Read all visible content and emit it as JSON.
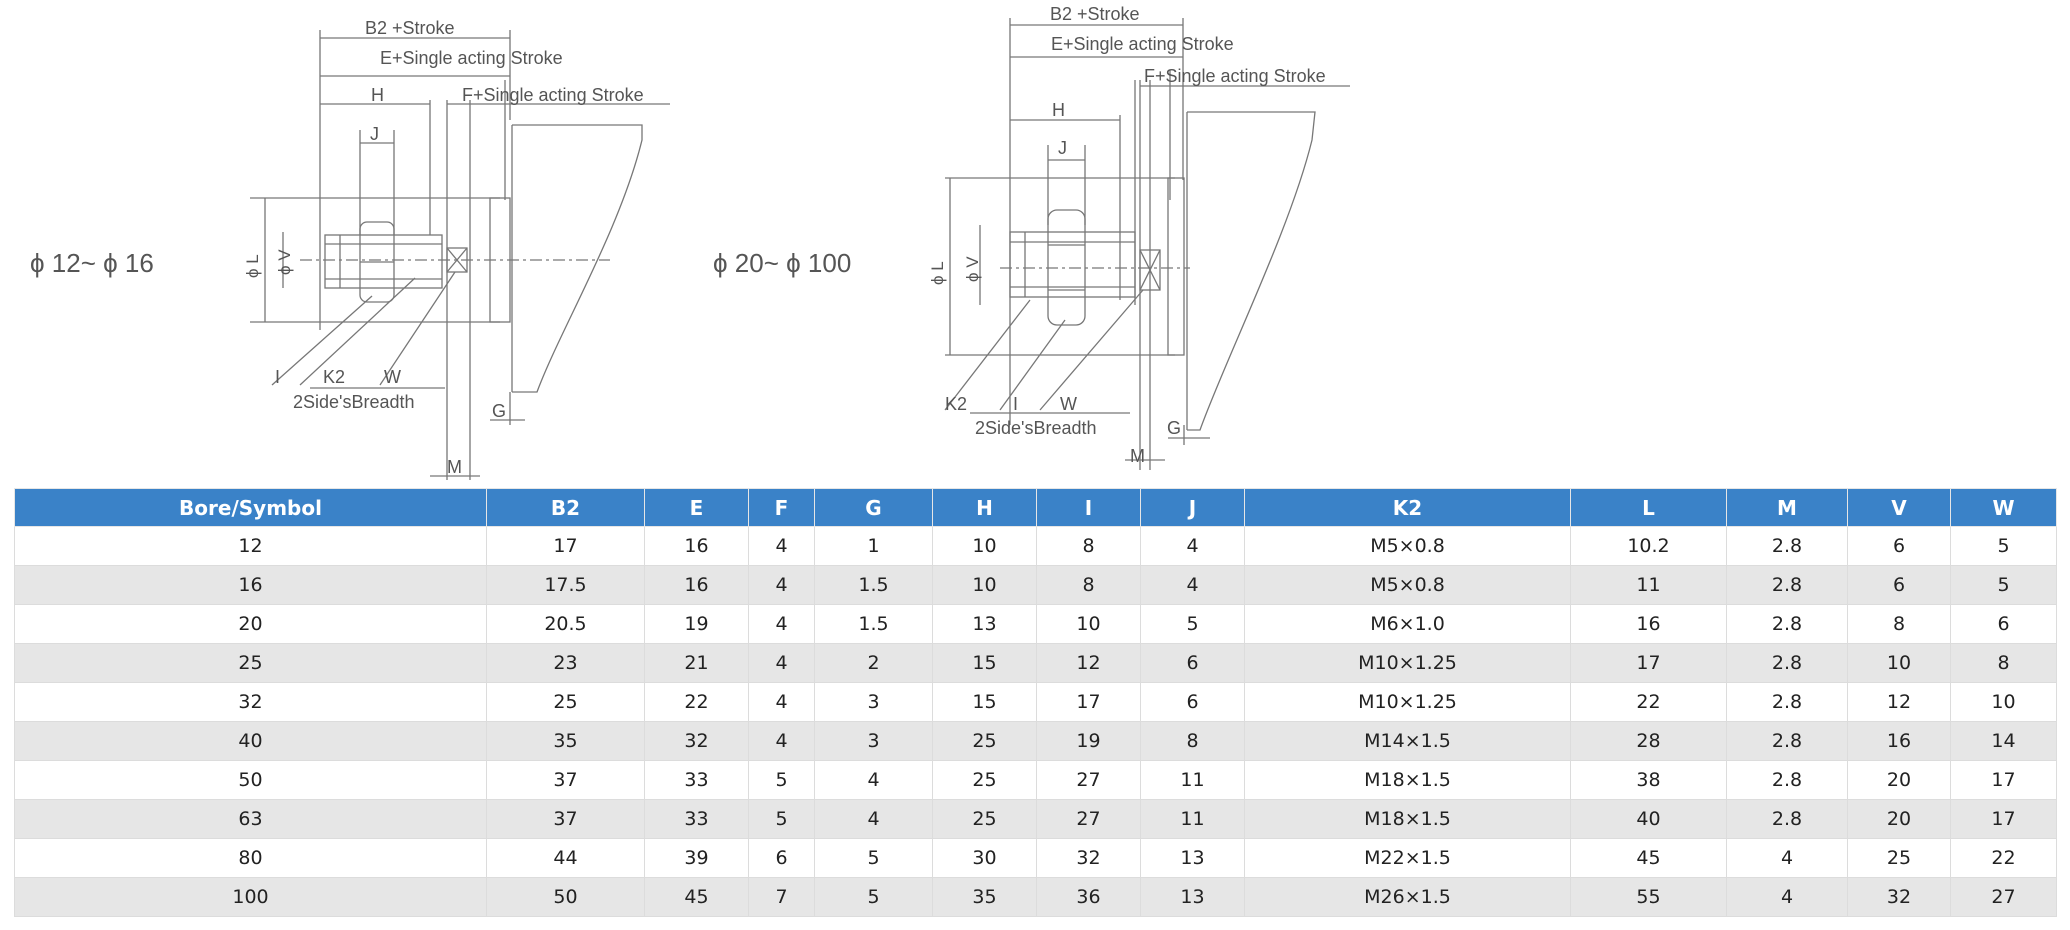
{
  "diagram": {
    "small_bore": {
      "range_label": "ϕ 12~ ϕ 16",
      "dims": {
        "b2": "B2 +Stroke",
        "e": "E+Single acting Stroke",
        "f": "F+Single acting Stroke",
        "h": "H",
        "j": "J",
        "phi_l": "ϕ L",
        "phi_v": "ϕ V",
        "i": "I",
        "k2": "K2",
        "w": "W",
        "breadth": "2Side'sBreadth",
        "g": "G",
        "m": "M"
      }
    },
    "large_bore": {
      "range_label": "ϕ 20~ ϕ 100",
      "dims": {
        "b2": "B2 +Stroke",
        "e": "E+Single acting Stroke",
        "f": "F+Single acting Stroke",
        "h": "H",
        "j": "J",
        "phi_l": "ϕ L",
        "phi_v": "ϕ V",
        "k2": "K2",
        "i": "I",
        "w": "W",
        "breadth": "2Side'sBreadth",
        "g": "G",
        "m": "M"
      }
    }
  },
  "table": {
    "headers": [
      "Bore/Symbol",
      "B2",
      "E",
      "F",
      "G",
      "H",
      "I",
      "J",
      "K2",
      "L",
      "M",
      "V",
      "W"
    ],
    "rows": [
      [
        "12",
        "17",
        "16",
        "4",
        "1",
        "10",
        "8",
        "4",
        "M5×0.8",
        "10.2",
        "2.8",
        "6",
        "5"
      ],
      [
        "16",
        "17.5",
        "16",
        "4",
        "1.5",
        "10",
        "8",
        "4",
        "M5×0.8",
        "11",
        "2.8",
        "6",
        "5"
      ],
      [
        "20",
        "20.5",
        "19",
        "4",
        "1.5",
        "13",
        "10",
        "5",
        "M6×1.0",
        "16",
        "2.8",
        "8",
        "6"
      ],
      [
        "25",
        "23",
        "21",
        "4",
        "2",
        "15",
        "12",
        "6",
        "M10×1.25",
        "17",
        "2.8",
        "10",
        "8"
      ],
      [
        "32",
        "25",
        "22",
        "4",
        "3",
        "15",
        "17",
        "6",
        "M10×1.25",
        "22",
        "2.8",
        "12",
        "10"
      ],
      [
        "40",
        "35",
        "32",
        "4",
        "3",
        "25",
        "19",
        "8",
        "M14×1.5",
        "28",
        "2.8",
        "16",
        "14"
      ],
      [
        "50",
        "37",
        "33",
        "5",
        "4",
        "25",
        "27",
        "11",
        "M18×1.5",
        "38",
        "2.8",
        "20",
        "17"
      ],
      [
        "63",
        "37",
        "33",
        "5",
        "4",
        "25",
        "27",
        "11",
        "M18×1.5",
        "40",
        "2.8",
        "20",
        "17"
      ],
      [
        "80",
        "44",
        "39",
        "6",
        "5",
        "30",
        "32",
        "13",
        "M22×1.5",
        "45",
        "4",
        "25",
        "22"
      ],
      [
        "100",
        "50",
        "45",
        "7",
        "5",
        "35",
        "36",
        "13",
        "M26×1.5",
        "55",
        "4",
        "32",
        "27"
      ]
    ]
  }
}
